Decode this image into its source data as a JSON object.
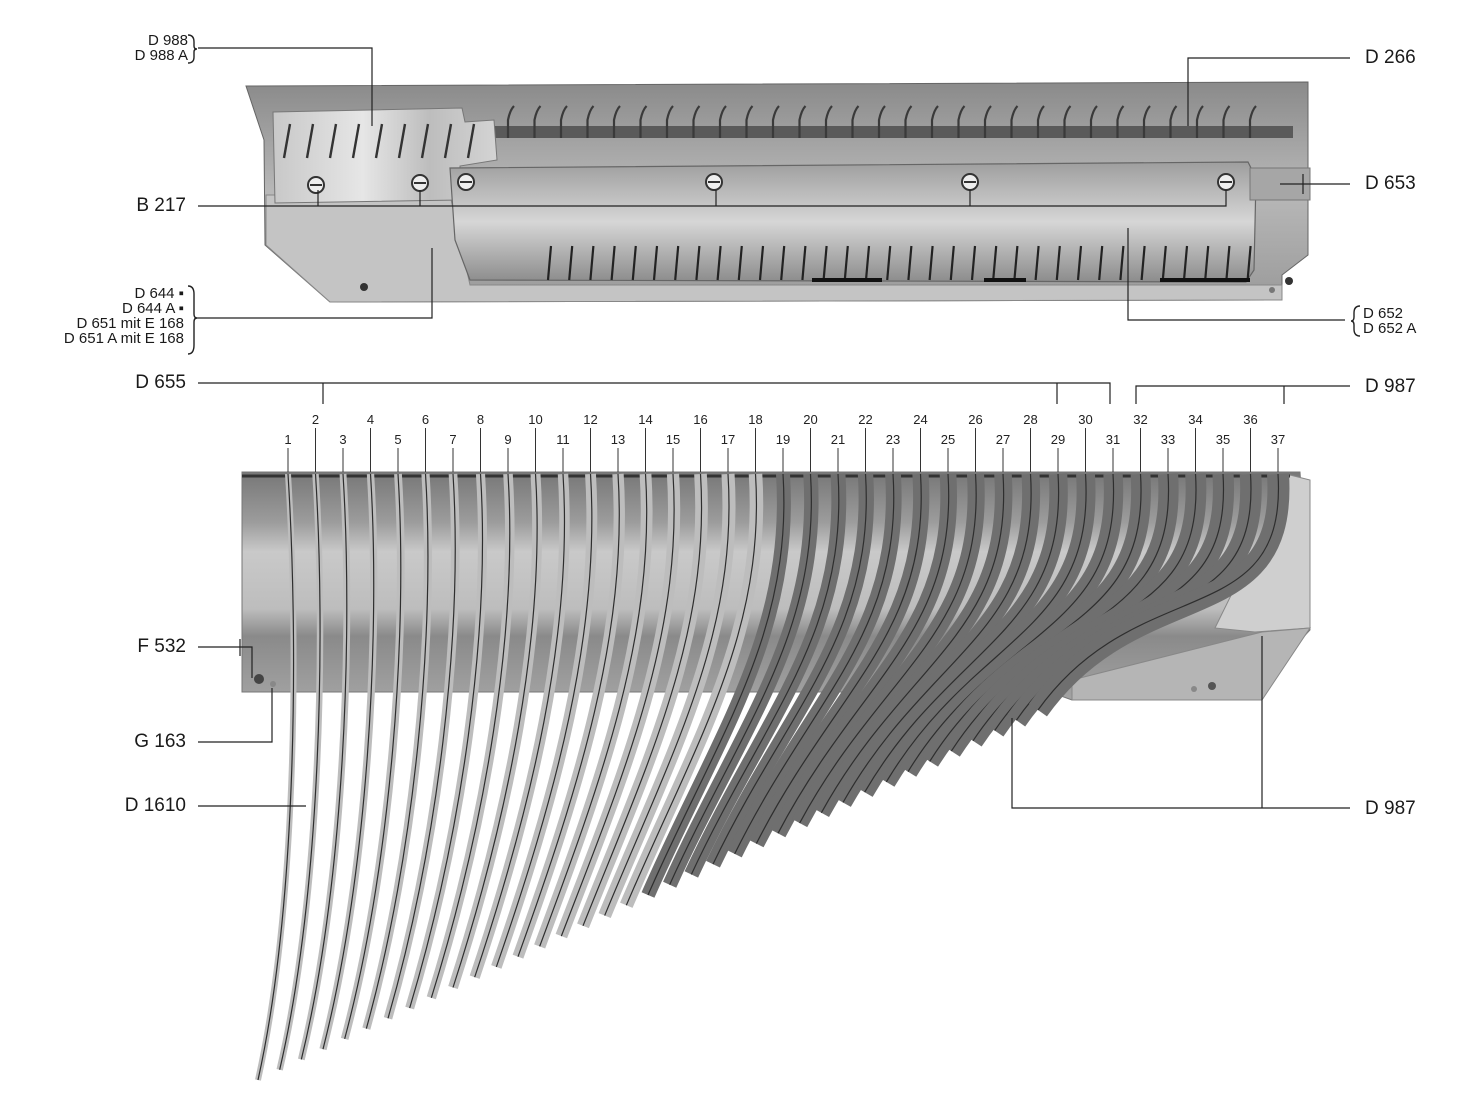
{
  "callouts": {
    "d988": "D 988",
    "d988a": "D 988 A",
    "d266": "D 266",
    "d653": "D 653",
    "b217": "B 217",
    "d644": "D 644 ▪",
    "d644a": "D 644 A ▪",
    "d651": "D 651 mit E 168",
    "d651a": "D 651 A mit E 168",
    "d652": "D 652",
    "d652a": "D 652 A",
    "d655": "D 655",
    "d987_top": "D 987",
    "f532": "F 532",
    "g163": "G 163",
    "d1610": "D 1610",
    "d987_bottom": "D 987"
  },
  "spring_numbers": [
    "1",
    "2",
    "3",
    "4",
    "5",
    "6",
    "7",
    "8",
    "9",
    "10",
    "11",
    "12",
    "13",
    "14",
    "15",
    "16",
    "17",
    "18",
    "19",
    "20",
    "21",
    "22",
    "23",
    "24",
    "25",
    "26",
    "27",
    "28",
    "29",
    "30",
    "31",
    "32",
    "33",
    "34",
    "35",
    "36",
    "37"
  ],
  "colors": {
    "metal_light": "#d9d9d9",
    "metal_mid": "#a9a9a9",
    "metal_dark": "#6e6e6e",
    "line": "#222222"
  }
}
